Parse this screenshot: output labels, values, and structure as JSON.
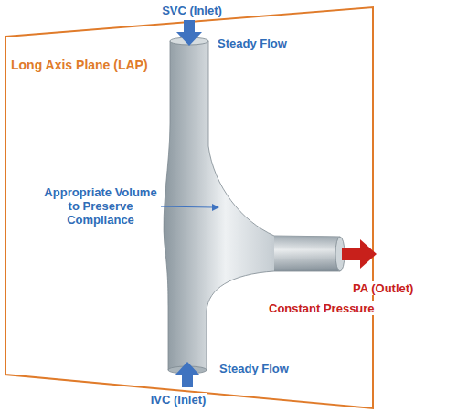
{
  "diagram": {
    "labels": [
      "SVC (Inlet)",
      "Steady Flow",
      "Long Axis Plane (LAP)",
      "Appropriate Volume to Preserve Compliance",
      "PA (Outlet)",
      "Constant Pressure",
      "Steady Flow",
      "IVC (Inlet)"
    ]
  }
}
